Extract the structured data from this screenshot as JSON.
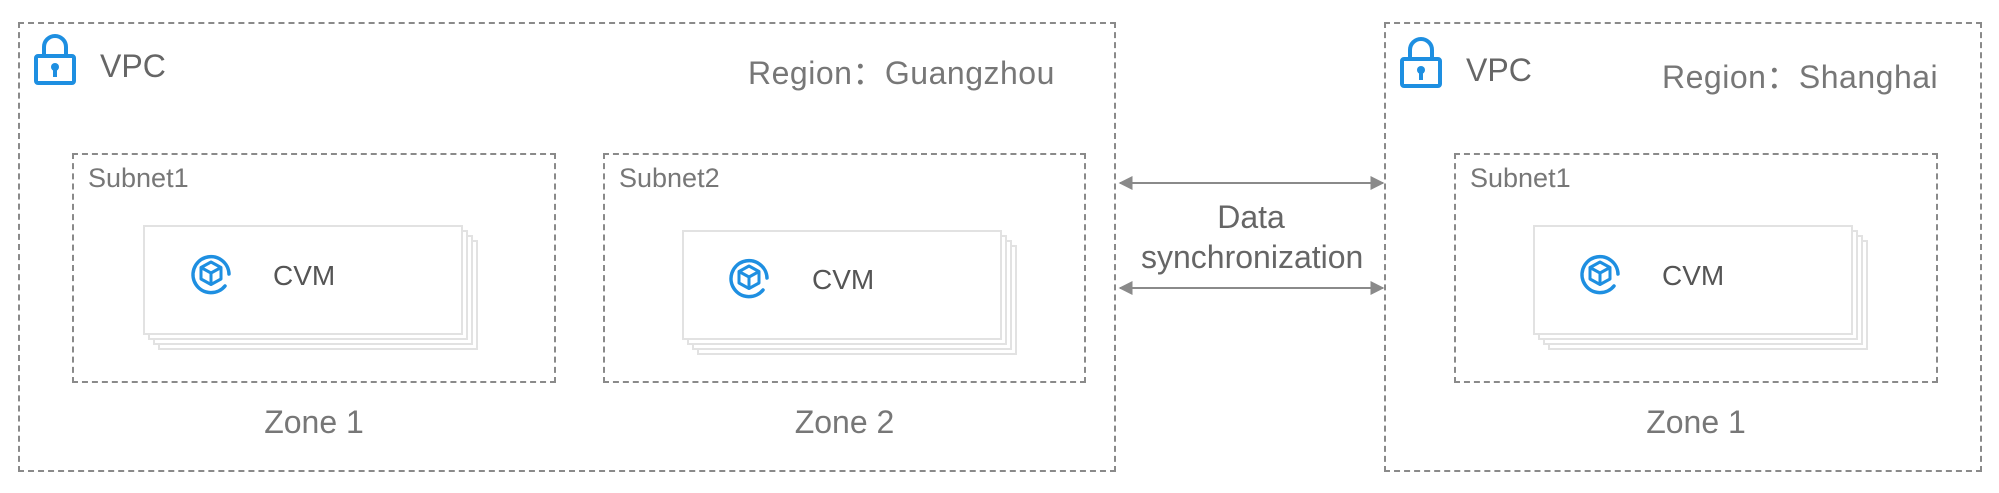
{
  "vpcs": [
    {
      "title": "VPC",
      "region": "Region：Guangzhou",
      "subnets": [
        {
          "label": "Subnet1",
          "instance": "CVM",
          "zone": "Zone 1"
        },
        {
          "label": "Subnet2",
          "instance": "CVM",
          "zone": "Zone 2"
        }
      ]
    },
    {
      "title": "VPC",
      "region": "Region：Shanghai",
      "subnets": [
        {
          "label": "Subnet1",
          "instance": "CVM",
          "zone": "Zone 1"
        }
      ]
    }
  ],
  "connection": {
    "line1": "Data",
    "line2": "synchronization"
  },
  "colors": {
    "accent": "#1e8fe1",
    "border": "#8a8a8a",
    "text": "#666666"
  },
  "icons": {
    "vpc": "lock-icon",
    "instance": "cvm-cube-icon"
  }
}
